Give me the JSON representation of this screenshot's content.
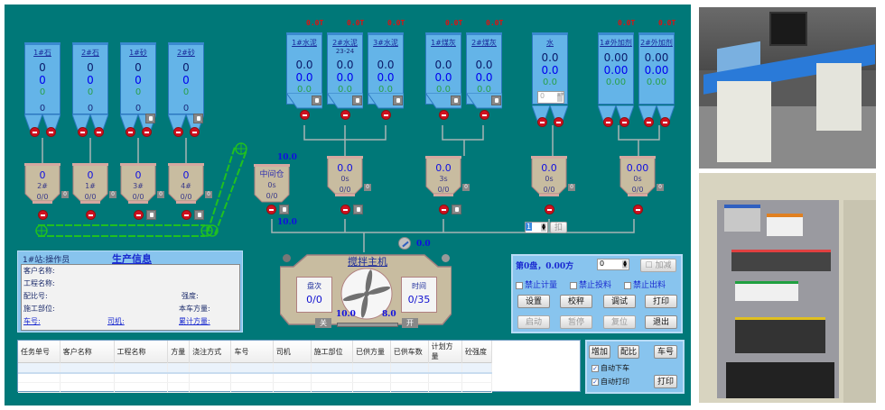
{
  "aggregate_bins": [
    {
      "name": "1#石",
      "v1": "0",
      "v2": "0",
      "v3": "0",
      "v4": "0",
      "vibrator": false
    },
    {
      "name": "2#石",
      "v1": "0",
      "v2": "0",
      "v3": "0",
      "v4": "0",
      "vibrator": false
    },
    {
      "name": "1#砂",
      "v1": "0",
      "v2": "0",
      "v3": "0",
      "v4": "0",
      "vibrator": true
    },
    {
      "name": "2#砂",
      "v1": "0",
      "v2": "0",
      "v3": "0",
      "v4": "0",
      "vibrator": true
    }
  ],
  "aggregate_hoppers": [
    {
      "value": "0",
      "label": "2#",
      "count": "0/0",
      "tag": "0"
    },
    {
      "value": "0",
      "label": "1#",
      "count": "0/0",
      "tag": "0"
    },
    {
      "value": "0",
      "label": "3#",
      "count": "0/0",
      "tag": "0"
    },
    {
      "value": "0",
      "label": "4#",
      "count": "0/0",
      "tag": "0"
    }
  ],
  "powder_silos": [
    {
      "name": "1#水泥",
      "sub": "",
      "tons": "0.0T",
      "v1": "0.0",
      "v2": "0.0",
      "v3": "0.0"
    },
    {
      "name": "2#水泥",
      "sub": "23-24",
      "tons": "0.0T",
      "v1": "0.0",
      "v2": "0.0",
      "v3": "0.0"
    },
    {
      "name": "3#水泥",
      "sub": "",
      "tons": "0.0T",
      "v1": "0.0",
      "v2": "0.0",
      "v3": "0.0"
    },
    {
      "name": "1#煤灰",
      "sub": "",
      "tons": "0.0T",
      "v1": "0.0",
      "v2": "0.0",
      "v3": "0.0"
    },
    {
      "name": "2#煤灰",
      "sub": "",
      "tons": "0.0T",
      "v1": "0.0",
      "v2": "0.0",
      "v3": "0.0"
    }
  ],
  "water_silo": {
    "name": "水",
    "v1": "0.0",
    "v2": "0.0",
    "v3": "0.0",
    "spin_value": "0"
  },
  "additive_silos": [
    {
      "name": "1#外加剂",
      "tons": "0.0T",
      "v1": "0.00",
      "v2": "0.00",
      "v3": "0.00"
    },
    {
      "name": "2#外加剂",
      "tons": "0.0T",
      "v1": "0.00",
      "v2": "0.00",
      "v3": "0.00"
    }
  ],
  "mid_bin": {
    "name": "中间仓",
    "time": "0s",
    "count": "0/0",
    "top_value": "10.0",
    "bottom_value": "10.0"
  },
  "scale_hoppers": [
    {
      "value": "0.0",
      "time": "0s",
      "count": "0/0",
      "tag": "0"
    },
    {
      "value": "0.0",
      "time": "3s",
      "count": "0/0",
      "tag": "0"
    },
    {
      "value": "0.0",
      "time": "0s",
      "count": "0/0",
      "tag": "0"
    },
    {
      "value": "0.00",
      "time": "0s",
      "count": "0/0",
      "tag": "0"
    }
  ],
  "deduct": {
    "spin_value": "1",
    "button": "扣"
  },
  "mixer": {
    "title": "搅拌主机",
    "current": "0.0",
    "batch_label": "盘次",
    "batch_value": "0/0",
    "time_label": "时间",
    "time_value": "0/35",
    "left_value": "10.0",
    "right_value": "8.0",
    "close_btn": "关",
    "open_btn": "开"
  },
  "production_info": {
    "station": "1#站:操作员",
    "title": "生产信息",
    "customer": "客户名称:",
    "project": "工程名称:",
    "mix_no": "配比号:",
    "strength": "强度:",
    "location": "施工部位:",
    "truck_volume": "本车方量:",
    "truck_no": "车号:",
    "driver": "司机:",
    "total_volume": "累计方量:"
  },
  "control_panel": {
    "batch_status": "第0盘，0.00方",
    "spin_value": "0",
    "add_sub": "加减",
    "checkboxes": [
      "禁止计量",
      "禁止投料",
      "禁止出料"
    ],
    "buttons_row1": [
      "设置",
      "校秤",
      "调试",
      "打印"
    ],
    "buttons_row2": [
      "启动",
      "暂停",
      "复位",
      "退出"
    ]
  },
  "task_table": {
    "columns": [
      "任务单号",
      "客户名称",
      "工程名称",
      "方量",
      "浇注方式",
      "车号",
      "司机",
      "施工部位",
      "已供方量",
      "已供车数",
      "计划方量",
      "砼强度"
    ],
    "rows": [
      [
        "",
        "",
        "",
        "",
        "",
        "",
        "",
        "",
        "",
        "",
        "",
        ""
      ],
      [
        "",
        "",
        "",
        "",
        "",
        "",
        "",
        "",
        "",
        "",
        "",
        ""
      ],
      [
        "",
        "",
        "",
        "",
        "",
        "",
        "",
        "",
        "",
        "",
        "",
        ""
      ]
    ]
  },
  "task_actions": {
    "add": "增加",
    "mix": "配比",
    "truck": "车号",
    "auto_unload": "自动下车",
    "auto_print": "自动打印",
    "print": "打印"
  },
  "photos": [
    {
      "description": "console desk with blue top and monitor"
    },
    {
      "description": "open electrical control cabinet"
    }
  ]
}
